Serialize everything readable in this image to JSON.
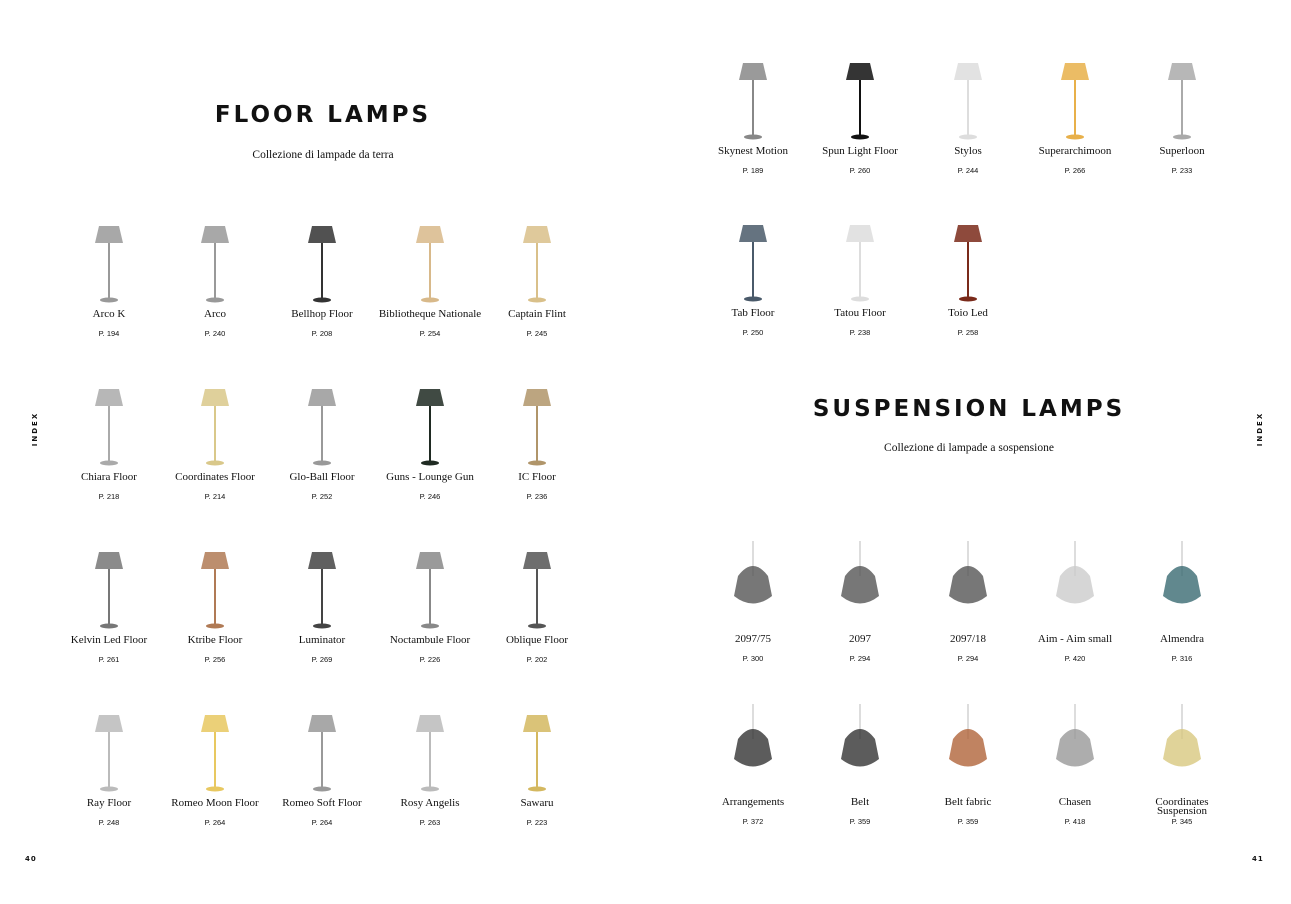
{
  "left_page": {
    "title": "FLOOR LAMPS",
    "subtitle": "Collezione di lampade da terra",
    "side_label": "INDEX",
    "page_number": "40",
    "items": [
      {
        "name": "Arco K",
        "page": "P. 194",
        "color": "#999999"
      },
      {
        "name": "Arco",
        "page": "P. 240",
        "color": "#999999"
      },
      {
        "name": "Bellhop Floor",
        "page": "P. 208",
        "color": "#333333"
      },
      {
        "name": "Bibliotheque Nationale",
        "page": "P. 254",
        "color": "#d8b98a"
      },
      {
        "name": "Captain Flint",
        "page": "P. 245",
        "color": "#d9c08a"
      },
      {
        "name": "Chiara Floor",
        "page": "P. 218",
        "color": "#aaaaaa"
      },
      {
        "name": "Coordinates Floor",
        "page": "P. 214",
        "color": "#d9c88a"
      },
      {
        "name": "Glo-Ball Floor",
        "page": "P. 252",
        "color": "#999999"
      },
      {
        "name": "Guns - Lounge Gun",
        "page": "P. 246",
        "color": "#1f2a22"
      },
      {
        "name": "IC Floor",
        "page": "P. 236",
        "color": "#b0956a"
      },
      {
        "name": "Kelvin Led Floor",
        "page": "P. 261",
        "color": "#777777"
      },
      {
        "name": "Ktribe Floor",
        "page": "P. 256",
        "color": "#b07a55"
      },
      {
        "name": "Luminator",
        "page": "P. 269",
        "color": "#444444"
      },
      {
        "name": "Noctambule Floor",
        "page": "P. 226",
        "color": "#888888"
      },
      {
        "name": "Oblique Floor",
        "page": "P. 202",
        "color": "#555555"
      },
      {
        "name": "Ray Floor",
        "page": "P. 248",
        "color": "#bbbbbb"
      },
      {
        "name": "Romeo Moon Floor",
        "page": "P. 264",
        "color": "#e8c860"
      },
      {
        "name": "Romeo Soft Floor",
        "page": "P. 264",
        "color": "#999999"
      },
      {
        "name": "Rosy Angelis",
        "page": "P. 263",
        "color": "#bbbbbb"
      },
      {
        "name": "Sawaru",
        "page": "P. 223",
        "color": "#d4b860"
      }
    ]
  },
  "right_page": {
    "side_label": "INDEX",
    "page_number": "41",
    "floor_items": [
      {
        "name": "Skynest Motion",
        "page": "P. 189",
        "color": "#888888"
      },
      {
        "name": "Spun Light Floor",
        "page": "P. 260",
        "color": "#111111"
      },
      {
        "name": "Stylos",
        "page": "P. 244",
        "color": "#dddddd"
      },
      {
        "name": "Superarchimoon",
        "page": "P. 266",
        "color": "#e8b04a"
      },
      {
        "name": "Superloon",
        "page": "P. 233",
        "color": "#aaaaaa"
      },
      {
        "name": "Tab Floor",
        "page": "P. 250",
        "color": "#4a5a6a"
      },
      {
        "name": "Tatou Floor",
        "page": "P. 238",
        "color": "#dddddd"
      },
      {
        "name": "Toio Led",
        "page": "P. 258",
        "color": "#7a2a1a"
      }
    ],
    "suspension": {
      "title": "SUSPENSION LAMPS",
      "subtitle": "Collezione di lampade a sospensione",
      "items": [
        {
          "name": "2097/75",
          "page": "P. 300",
          "color": "#555555"
        },
        {
          "name": "2097",
          "page": "P. 294",
          "color": "#555555"
        },
        {
          "name": "2097/18",
          "page": "P. 294",
          "color": "#555555"
        },
        {
          "name": "Aim - Aim small",
          "page": "P. 420",
          "color": "#cccccc"
        },
        {
          "name": "Almendra",
          "page": "P. 316",
          "color": "#3a6a72"
        },
        {
          "name": "Arrangements",
          "page": "P. 372",
          "color": "#333333"
        },
        {
          "name": "Belt",
          "page": "P. 359",
          "color": "#333333"
        },
        {
          "name": "Belt fabric",
          "page": "P. 359",
          "color": "#b0643a"
        },
        {
          "name": "Chasen",
          "page": "P. 418",
          "color": "#999999"
        },
        {
          "name": "Coordinates Suspension",
          "page": "P. 345",
          "color": "#d8c880"
        }
      ]
    }
  }
}
